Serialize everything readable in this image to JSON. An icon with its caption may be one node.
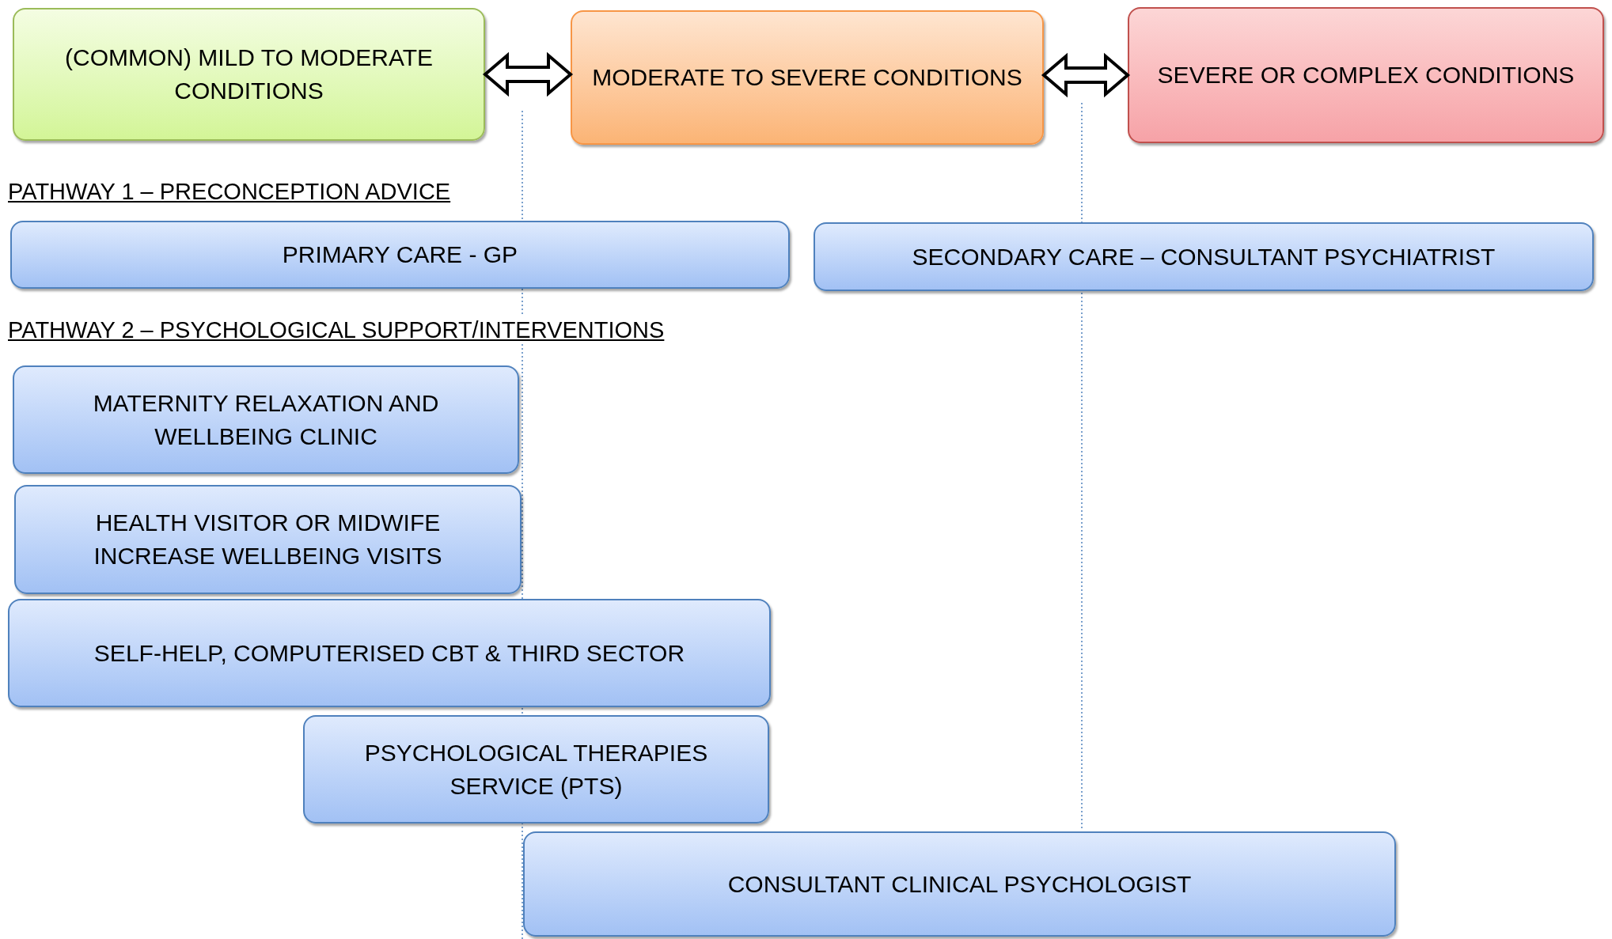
{
  "diagram": {
    "nodes": [
      {
        "text": [
          "(COMMON) MILD TO MODERATE CONDITIONS"
        ]
      },
      {
        "text": [
          "MODERATE TO SEVERE CONDITIONS"
        ]
      },
      {
        "text": [
          "SEVERE OR COMPLEX CONDITIONS"
        ]
      },
      {
        "text": [
          "PRIMARY CARE - GP"
        ]
      },
      {
        "text": [
          "SECONDARY CARE – CONSULTANT PSYCHIATRIST"
        ]
      },
      {
        "text": [
          "MATERNITY RELAXATION AND WELLBEING CLINIC"
        ]
      },
      {
        "text": [
          "HEALTH VISITOR OR MIDWIFE INCREASE WELLBEING VISITS"
        ]
      },
      {
        "text": [
          "SELF-HELP, COMPUTERISED CBT & THIRD SECTOR"
        ]
      },
      {
        "text": [
          "PSYCHOLOGICAL THERAPIES SERVICE (PTS)"
        ]
      },
      {
        "text": [
          "CONSULTANT CLINICAL PSYCHOLOGIST"
        ]
      }
    ],
    "edges": [
      {
        "from": 0,
        "to": 1,
        "arrow": "both"
      },
      {
        "from": 1,
        "to": 2,
        "arrow": "both"
      }
    ],
    "labels": [
      "PATHWAY 1 – PRECONCEPTION ADVICE",
      "PATHWAY 2 – PSYCHOLOGICAL SUPPORT/INTERVENTIONS"
    ]
  }
}
